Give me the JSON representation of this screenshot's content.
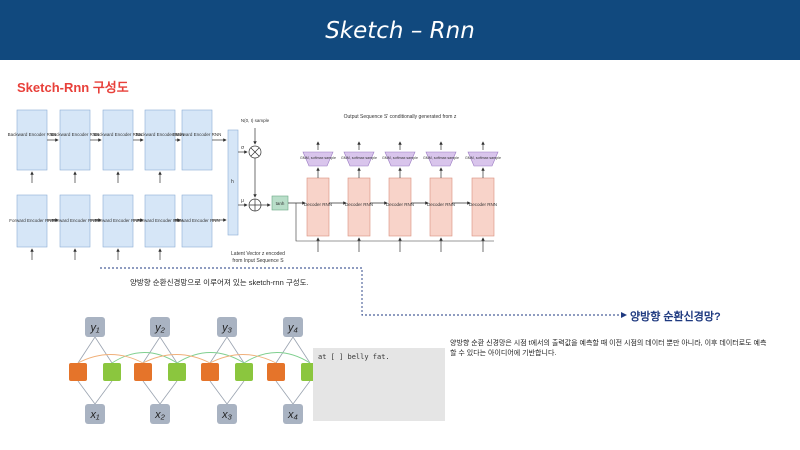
{
  "header": {
    "title": "Sketch – Rnn"
  },
  "section": {
    "heading": "Sketch-Rnn  구성도"
  },
  "top_diagram": {
    "output_title": "Output Sequence S' conditionally generated from z",
    "backward_label": "Backward Encoder RNN",
    "forward_label": "Forward Encoder RNN",
    "decoder_label": "Decoder RNN",
    "gmm_label": "GMM, softmax sample",
    "noise_label": "N(0, I) sample",
    "tanh_label": "tanh",
    "latent_label_1": "Latent Vector z encoded",
    "latent_label_2": "from Input Sequence S",
    "mu_label": "μ",
    "sigma_label": "σ",
    "h_label": "h"
  },
  "caption": "양방향 순환신경망으로 이루어져 있는 sketch-rnn 구성도.",
  "callout": {
    "text": "양방향 순환신경망?"
  },
  "birnn": {
    "outputs": [
      "y1",
      "y2",
      "y3",
      "y4"
    ],
    "inputs": [
      "x1",
      "x2",
      "x3",
      "x4"
    ],
    "overlay_text": "at [          ] belly fat.",
    "colors": {
      "backward": "#e5742a",
      "forward": "#8bc63e",
      "io": "#a9b3c2"
    }
  },
  "description": "양방향 순환 신경망은 시점 t에서의 출력값을 예측할 때 이전 시점의 데이터 뿐만 아니라, 이후 데이터로도 예측할 수 있다는 아이디어에 기반합니다."
}
